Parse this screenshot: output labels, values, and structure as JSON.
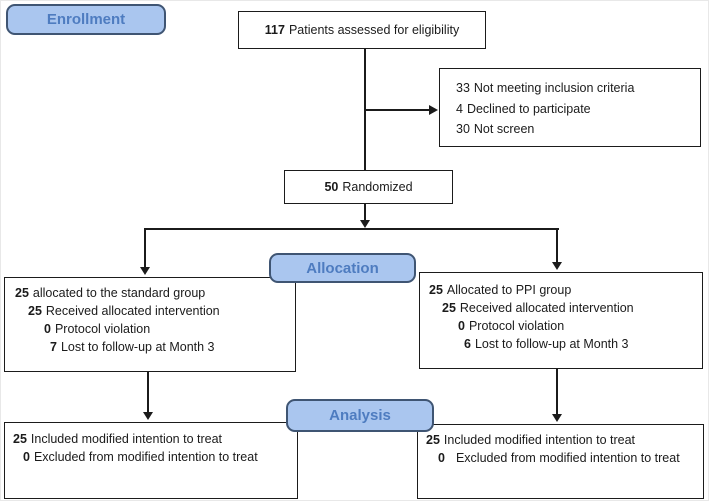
{
  "figure": {
    "type": "consort-flow-diagram",
    "colors": {
      "phase_fill": "#aac6ef",
      "phase_border": "#3f5573",
      "phase_text": "#4e7cc0",
      "box_border": "#1b1b1b",
      "line": "#1b1b1b",
      "background": "#ffffff"
    }
  },
  "phases": {
    "enrollment": "Enrollment",
    "allocation": "Allocation",
    "analysis": "Analysis"
  },
  "eligibility": {
    "num": "117",
    "text": "Patients assessed for eligibility"
  },
  "exclusion": {
    "lines": [
      {
        "num": "33",
        "text": "Not meeting inclusion criteria"
      },
      {
        "num": "4",
        "text": "Declined to participate"
      },
      {
        "num": "30",
        "text": "Not screen"
      }
    ]
  },
  "randomized": {
    "num": "50",
    "text": "Randomized"
  },
  "alloc_left": {
    "lines": [
      {
        "num": "25",
        "text": "allocated to the standard group"
      },
      {
        "num": "25",
        "text": "Received allocated intervention"
      },
      {
        "num": "0",
        "text": "Protocol violation"
      },
      {
        "num": "7",
        "text": "Lost to follow-up at Month 3"
      }
    ]
  },
  "alloc_right": {
    "lines": [
      {
        "num": "25",
        "text": "Allocated to PPI group"
      },
      {
        "num": "25",
        "text": "Received allocated intervention"
      },
      {
        "num": "0",
        "text": "Protocol violation"
      },
      {
        "num": "6",
        "text": "Lost to follow-up at Month 3"
      }
    ]
  },
  "analysis_left": {
    "lines": [
      {
        "num": "25",
        "text": "Included modified intention to treat"
      },
      {
        "num": "0",
        "text": "Excluded from modified intention to treat"
      }
    ]
  },
  "analysis_right": {
    "lines": [
      {
        "num": "25",
        "text": "Included modified intention to treat"
      },
      {
        "num": "0",
        "text": "Excluded from modified intention to treat"
      }
    ]
  }
}
